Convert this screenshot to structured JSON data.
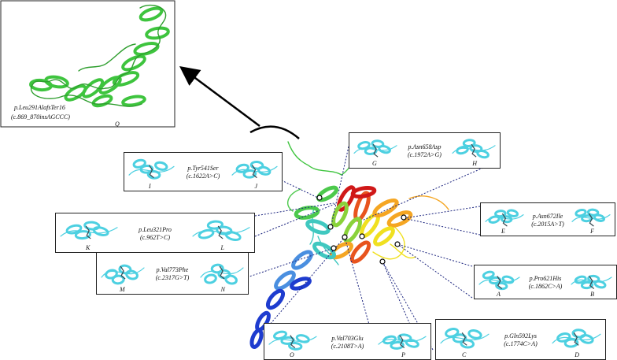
{
  "figure": {
    "inset": {
      "mutation": "p.Leu291AlafsTer16",
      "nucleotide": "(c.869_870insAGCCC)",
      "panel": "Q"
    },
    "boxes": [
      {
        "id": "tyr541ser",
        "mutation": "p.Tyr541Ser",
        "nucleotide": "(c.1622A>C)",
        "left": "I",
        "right": "J"
      },
      {
        "id": "asn658asp",
        "mutation": "p.Asn658Asp",
        "nucleotide": "(c.1972A>G)",
        "left": "G",
        "right": "H"
      },
      {
        "id": "leu321pro",
        "mutation": "p.Leu321Pro",
        "nucleotide": "(c.962T>C)",
        "left": "K",
        "right": "L"
      },
      {
        "id": "asn672ile",
        "mutation": "p.Asn672Ile",
        "nucleotide": "(c.2015A>T)",
        "left": "E",
        "right": "F"
      },
      {
        "id": "val773phe",
        "mutation": "p.Val773Phe",
        "nucleotide": "(c.2317G>T)",
        "left": "M",
        "right": "N"
      },
      {
        "id": "pro621his",
        "mutation": "p.Pro621His",
        "nucleotide": "(c.1862C>A)",
        "left": "A",
        "right": "B"
      },
      {
        "id": "val703glu",
        "mutation": "p.Val703Glu",
        "nucleotide": "(c.2108T>A)",
        "left": "O",
        "right": "P"
      },
      {
        "id": "gln592lys",
        "mutation": "p.Gln592Lys",
        "nucleotide": "(c.1774C>A)",
        "left": "C",
        "right": "D"
      }
    ],
    "colors": {
      "connector": "#1a237e",
      "arrow": "#000000",
      "structure_thumb": "#4dd0e1",
      "inset_helix": "#3ec43e",
      "ribbon_spectrum": [
        "#1e3ccf",
        "#4a8fe0",
        "#40c8c0",
        "#4cc94c",
        "#8ad23a",
        "#f0e020",
        "#f5a623",
        "#e8541e",
        "#d01818"
      ]
    }
  }
}
